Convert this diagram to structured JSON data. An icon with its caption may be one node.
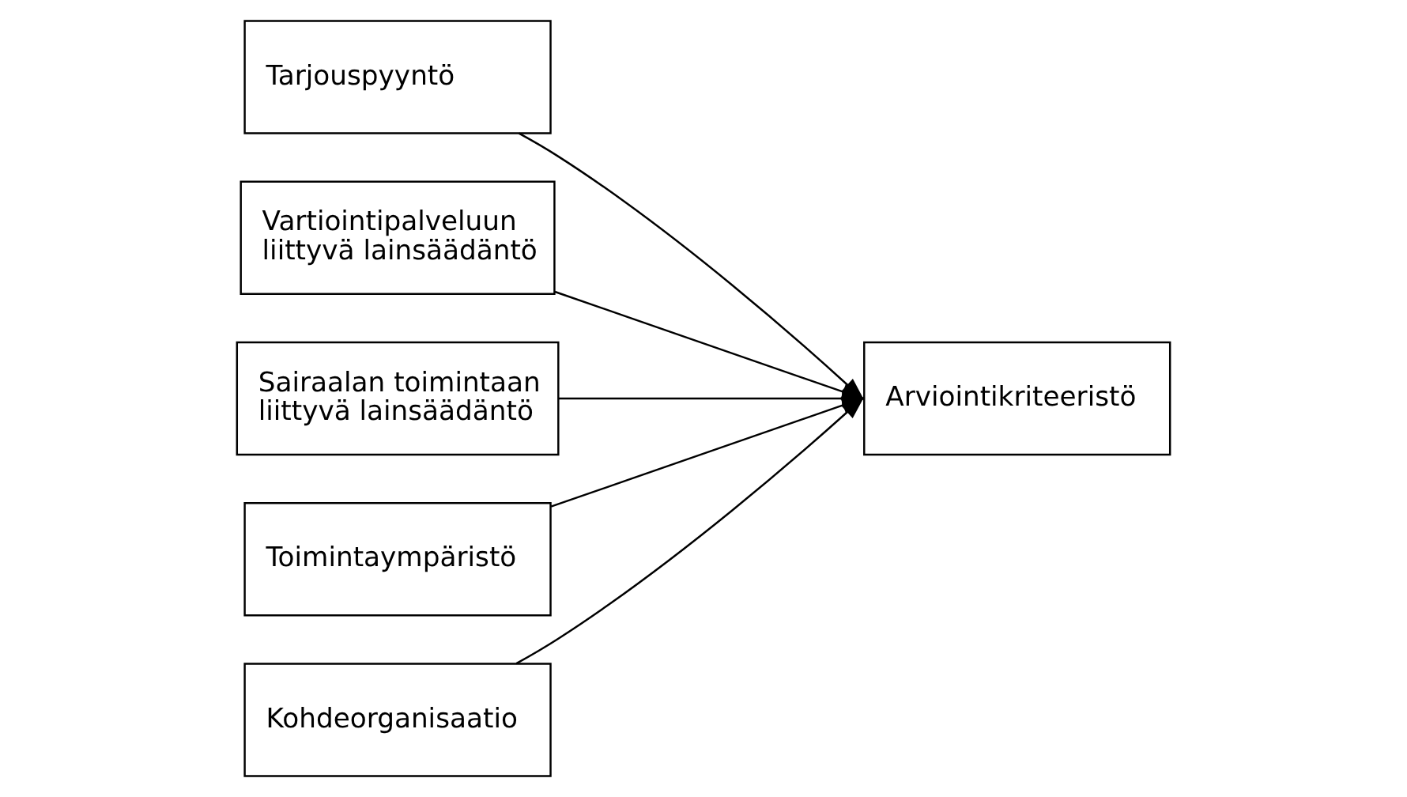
{
  "diagram": {
    "nodes": [
      {
        "text": [
          "Tarjouspyyntö"
        ]
      },
      {
        "text": [
          "Vartiointipalveluun liittyvä lainsäädäntö"
        ]
      },
      {
        "text": [
          "Sairaalan toimintaan liittyvä lainsäädäntö"
        ]
      },
      {
        "text": [
          "Toimintaympäristö"
        ]
      },
      {
        "text": [
          "Kohdeorganisaatio"
        ]
      },
      {
        "text": [
          "Arviointikriteeristö"
        ]
      }
    ],
    "edges": [
      {
        "from": 0,
        "to": 5,
        "arrow": "to"
      },
      {
        "from": 1,
        "to": 5,
        "arrow": "to"
      },
      {
        "from": 2,
        "to": 5,
        "arrow": "to"
      },
      {
        "from": 3,
        "to": 5,
        "arrow": "to"
      },
      {
        "from": 4,
        "to": 5,
        "arrow": "to"
      }
    ]
  }
}
